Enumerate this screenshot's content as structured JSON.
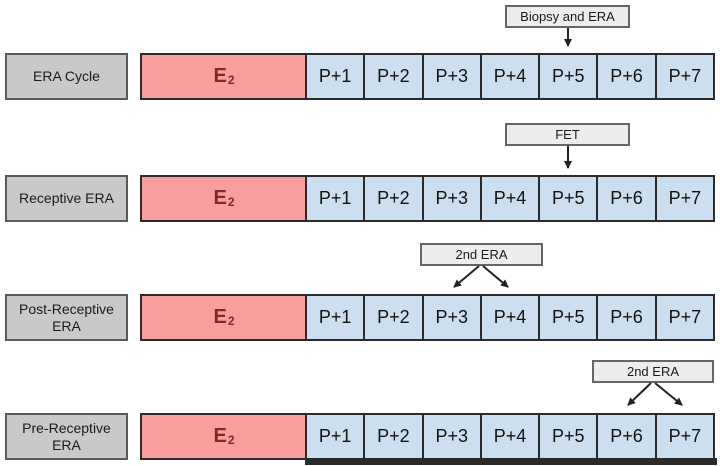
{
  "colors": {
    "canvas_bg": "#ffffff",
    "label_fill": "#c9c9c9",
    "label_border": "#595959",
    "estrogen_fill": "#f99d9d",
    "estrogen_text": "#7c2b2b",
    "day_fill": "#cbdff0",
    "day_border": "#2b2b2b",
    "callout_fill": "#ededed",
    "callout_border": "#666666",
    "arrow": "#222222",
    "text": "#1a1a1a"
  },
  "rows": [
    {
      "label": "ERA Cycle",
      "e2": "E",
      "e2_sub": "2",
      "cells": [
        "P+1",
        "P+2",
        "P+3",
        "P+4",
        "P+5",
        "P+6",
        "P+7"
      ]
    },
    {
      "label": "Receptive ERA",
      "e2": "E",
      "e2_sub": "2",
      "cells": [
        "P+1",
        "P+2",
        "P+3",
        "P+4",
        "P+5",
        "P+6",
        "P+7"
      ]
    },
    {
      "label": "Post-Receptive ERA",
      "e2": "E",
      "e2_sub": "2",
      "cells": [
        "P+1",
        "P+2",
        "P+3",
        "P+4",
        "P+5",
        "P+6",
        "P+7"
      ]
    },
    {
      "label": "Pre-Receptive ERA",
      "e2": "E",
      "e2_sub": "2",
      "cells": [
        "P+1",
        "P+2",
        "P+3",
        "P+4",
        "P+5",
        "P+6",
        "P+7"
      ]
    }
  ],
  "callouts": [
    {
      "label": "Biopsy and ERA"
    },
    {
      "label": "FET"
    },
    {
      "label": "2nd ERA"
    },
    {
      "label": "2nd ERA"
    }
  ]
}
